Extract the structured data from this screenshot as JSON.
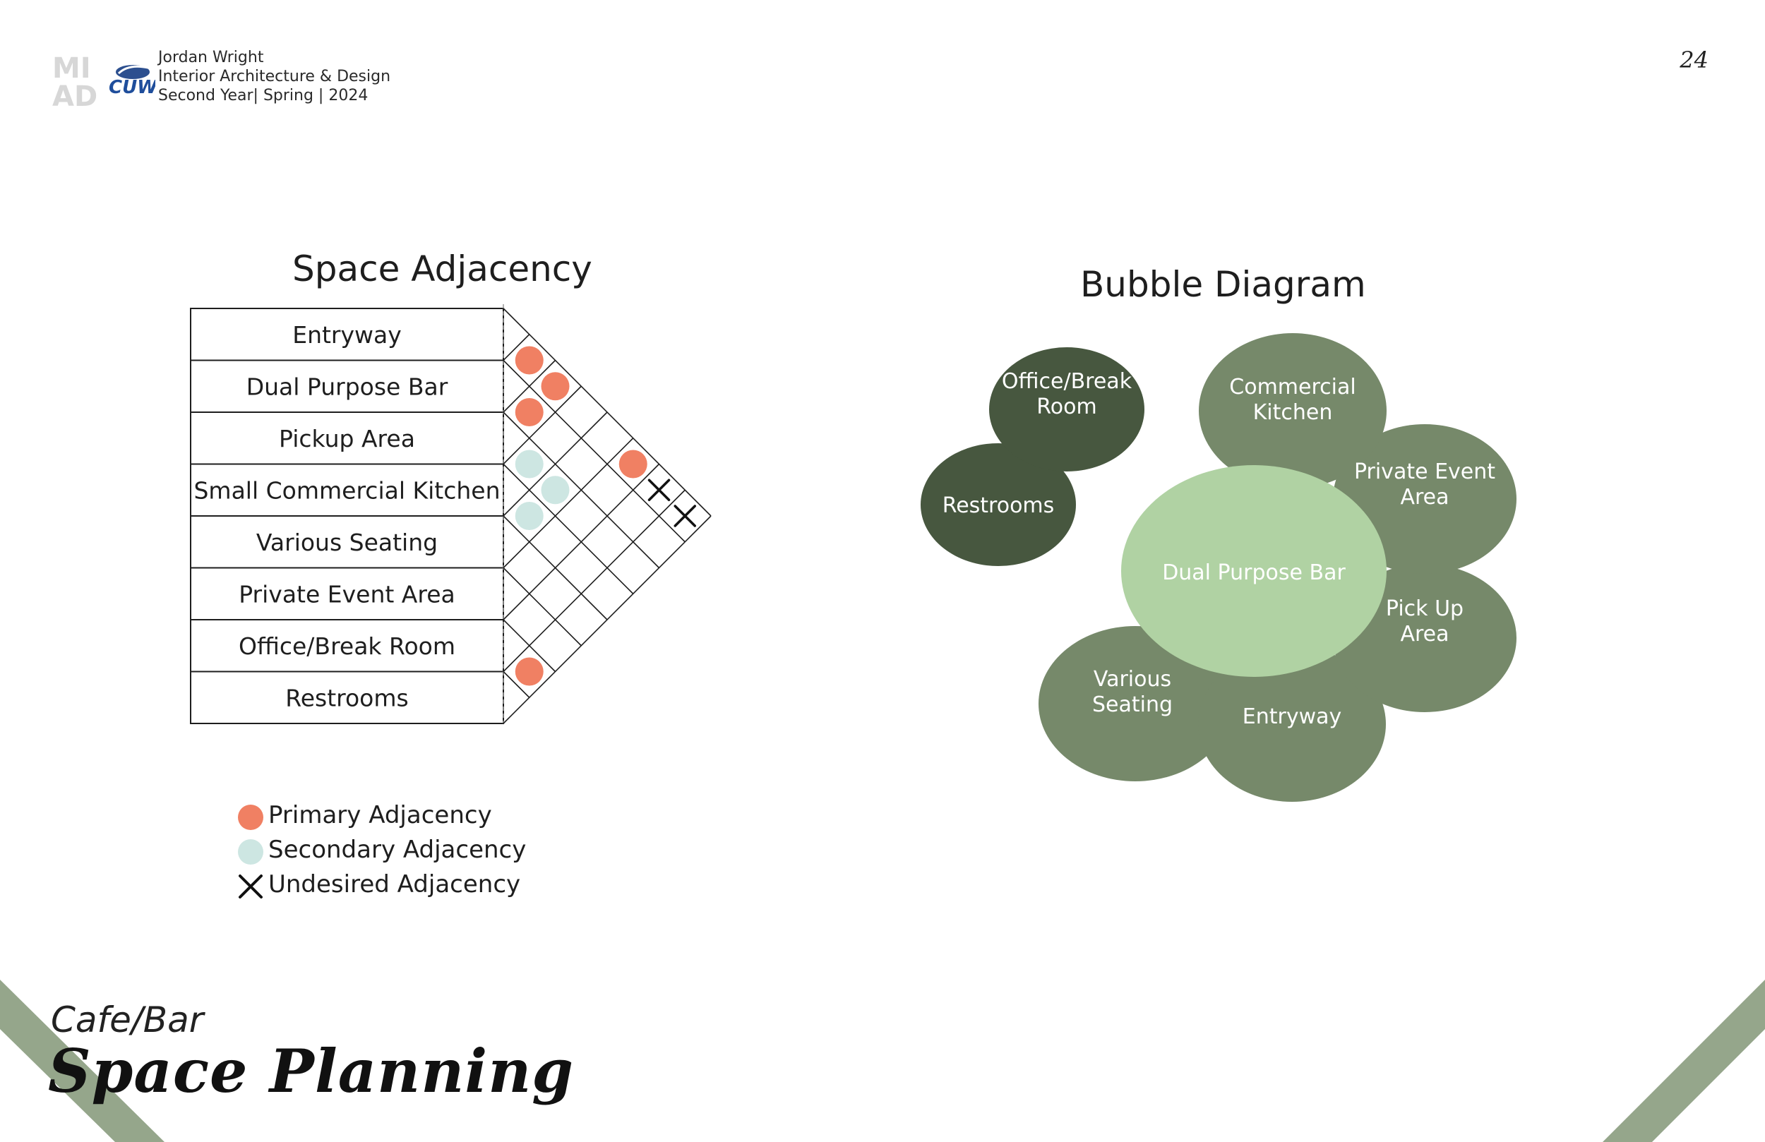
{
  "header": {
    "logo_text": "MIAD CUW",
    "name": "Jordan Wright",
    "program": "Interior Architecture & Design",
    "term": "Second Year| Spring | 2024"
  },
  "page_number": "24",
  "adjacency": {
    "title": "Space Adjacency",
    "spaces": [
      "Entryway",
      "Dual Purpose Bar",
      "Pickup Area",
      "Small Commercial Kitchen",
      "Various Seating",
      "Private Event Area",
      "Office/Break Room",
      "Restrooms"
    ],
    "relationships": [
      {
        "a": "Entryway",
        "b": "Dual Purpose Bar",
        "type": "primary"
      },
      {
        "a": "Dual Purpose Bar",
        "b": "Pickup Area",
        "type": "primary"
      },
      {
        "a": "Entryway",
        "b": "Pickup Area",
        "type": "primary"
      },
      {
        "a": "Pickup Area",
        "b": "Small Commercial Kitchen",
        "type": "secondary"
      },
      {
        "a": "Pickup Area",
        "b": "Various Seating",
        "type": "secondary"
      },
      {
        "a": "Small Commercial Kitchen",
        "b": "Various Seating",
        "type": "secondary"
      },
      {
        "a": "Entryway",
        "b": "Private Event Area",
        "type": "primary"
      },
      {
        "a": "Entryway",
        "b": "Office/Break Room",
        "type": "undesired"
      },
      {
        "a": "Entryway",
        "b": "Restrooms",
        "type": "undesired"
      },
      {
        "a": "Office/Break Room",
        "b": "Restrooms",
        "type": "primary"
      }
    ]
  },
  "legend": [
    {
      "type": "primary",
      "label": "Primary Adjacency"
    },
    {
      "type": "secondary",
      "label": "Secondary Adjacency"
    },
    {
      "type": "undesired",
      "label": "Undesired Adjacency"
    }
  ],
  "bubble_diagram": {
    "title": "Bubble Diagram",
    "bubbles": [
      {
        "id": "office-break",
        "lines": [
          "Office/Break",
          "Room"
        ],
        "color": "#47573f"
      },
      {
        "id": "restrooms",
        "lines": [
          "Restrooms"
        ],
        "color": "#47573f"
      },
      {
        "id": "commercial-kitchen",
        "lines": [
          "Commercial",
          "Kitchen"
        ],
        "color": "#76896a"
      },
      {
        "id": "private-event",
        "lines": [
          "Private Event",
          "Area"
        ],
        "color": "#76896a"
      },
      {
        "id": "pick-up",
        "lines": [
          "Pick Up",
          "Area"
        ],
        "color": "#76896a"
      },
      {
        "id": "entryway",
        "lines": [
          "Entryway"
        ],
        "color": "#76896a"
      },
      {
        "id": "various-seating",
        "lines": [
          "Various",
          "Seating"
        ],
        "color": "#76896a"
      },
      {
        "id": "dual-purpose-bar",
        "lines": [
          "Dual Purpose Bar"
        ],
        "color": "#b0d2a3"
      }
    ]
  },
  "colors": {
    "primary": "#f08063",
    "secondary": "#cde6e2",
    "undesired": "#111111",
    "accent_stripe": "#95a68b"
  },
  "footer": {
    "subtitle": "Cafe/Bar",
    "title": "Space Planning"
  }
}
